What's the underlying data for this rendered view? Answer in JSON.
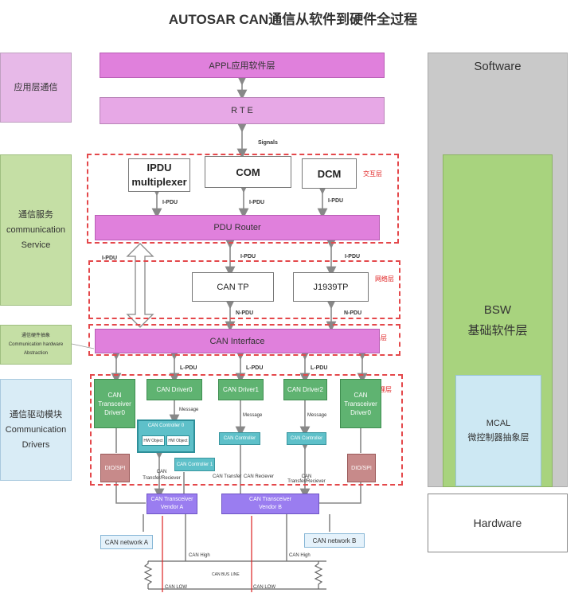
{
  "title": "AUTOSAR CAN通信从软件到硬件全过程",
  "left": {
    "app": "应用层通信",
    "service_1": "通信服务",
    "service_2": "communication",
    "service_3": "Service",
    "hw_abs_1": "通信硬件抽象",
    "hw_abs_2": "Communication hardware",
    "hw_abs_3": "Abstraction",
    "drivers_1": "通信驱动模块",
    "drivers_2": "Communication",
    "drivers_3": "Drivers"
  },
  "right": {
    "software": "Software",
    "bsw_1": "BSW",
    "bsw_2": "基础软件层",
    "mcal_1": "MCAL",
    "mcal_2": "微控制器抽象层",
    "hardware": "Hardware"
  },
  "layers": {
    "appl": "APPL应用软件层",
    "rte": "R T E",
    "signals": "Signals",
    "ipdu_mux_1": "IPDU",
    "ipdu_mux_2": "multiplexer",
    "com": "COM",
    "dcm": "DCM",
    "interaction_layer": "交互层",
    "pdu_router": "PDU Router",
    "can_tp": "CAN TP",
    "j1939tp": "J1939TP",
    "network_layer": "网络层",
    "can_interface": "CAN  Interface",
    "datalink_layer": "数据链路层",
    "physical_layer": "物理层"
  },
  "pdu": {
    "ipdu": "I-PDU",
    "npdu": "N-PDU",
    "lpdu": "L-PDU"
  },
  "drivers": {
    "trx_left_1": "CAN",
    "trx_left_2": "Transceiver",
    "trx_left_3": "Driver0",
    "driver0": "CAN Driver0",
    "driver1": "CAN Driver1",
    "driver2": "CAN Driver2",
    "trx_right_1": "CAN",
    "trx_right_2": "Transceiver",
    "trx_right_3": "Driver0",
    "message": "Message",
    "controller0": "CAN Controller 0",
    "hw_object": "HW Object",
    "controller": "CAN Controller",
    "controller1": "CAN Controller 1",
    "dio_spi": "DIO/SPI"
  },
  "hardware": {
    "vendor_a_1": "CAN Transceiver",
    "vendor_a_2": "Vendor A",
    "vendor_b_1": "CAN  Transceiver",
    "vendor_b_2": "Vendor B",
    "can_transfer_reciever": "CAN Transfer/Reciever",
    "can_transfer": "CAN Transfer",
    "can_reciever": "CAN Reciever",
    "network_a": "CAN network A",
    "network_b": "CAN network B",
    "can_high": "CAN High",
    "can_low": "CAN LOW",
    "bus_line": "CAN BUS LINE"
  }
}
